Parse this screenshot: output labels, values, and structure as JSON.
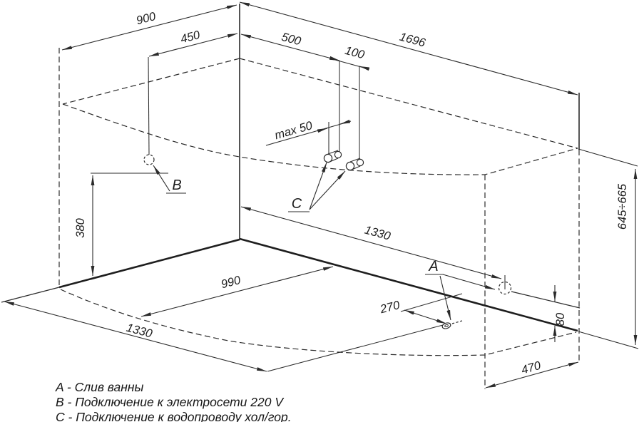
{
  "colors": {
    "line": "#2b2b2b",
    "background": "#ffffff"
  },
  "dims": {
    "left_wall_900": "900",
    "b_offset_450": "450",
    "c_offset_500": "500",
    "c_gap_100": "100",
    "right_wall_1696": "1696",
    "pipe_spacing_max50": "max 50",
    "b_height_380": "380",
    "drain_wall_1330": "1330",
    "floor_990": "990",
    "drain_270": "270",
    "floor_1330": "1330",
    "end_470": "470",
    "drain_height_80": "80",
    "rim_height_645_665": "645÷665"
  },
  "markers": {
    "a": "A",
    "b": "B",
    "c": "C"
  },
  "legend": [
    "A - Слив ванны",
    "B - Подключение к электросети 220 V",
    "C - Подключение к водопроводу хол/гор."
  ]
}
